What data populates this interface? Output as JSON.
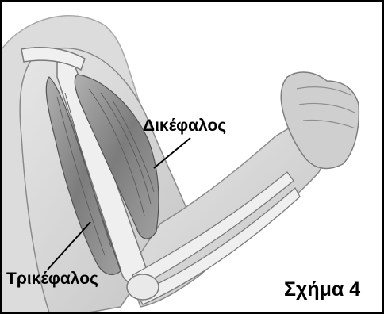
{
  "labels": {
    "biceps": "Δικέφαλος",
    "triceps": "Τρικέφαλος"
  },
  "caption": "Σχήμα 4",
  "colors": {
    "border": "#000000",
    "skin_fill": "#d4d4d4",
    "muscle_fill": "#8e8e8e",
    "bone_fill": "#eeeeee"
  }
}
